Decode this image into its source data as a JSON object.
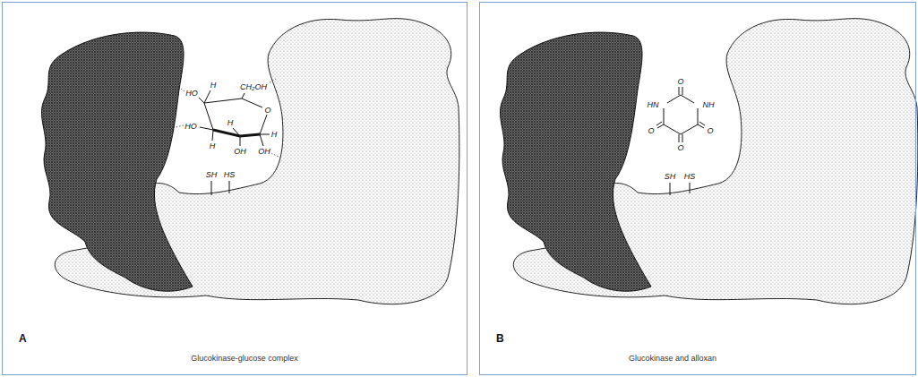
{
  "diagram": {
    "nodes": [
      {
        "text": [
          "A",
          "Glucokinase-glucose complex"
        ]
      },
      {
        "text": [
          "B",
          "Glucokinase and alloxan"
        ]
      }
    ],
    "labels": [
      "HO",
      "H",
      "CH₂OH",
      "O",
      "HO",
      "H",
      "H",
      "OH",
      "OH",
      "H",
      "SH",
      "HS",
      "HN",
      "O",
      "NH",
      "O",
      "O",
      "O",
      "SH",
      "HS"
    ]
  }
}
